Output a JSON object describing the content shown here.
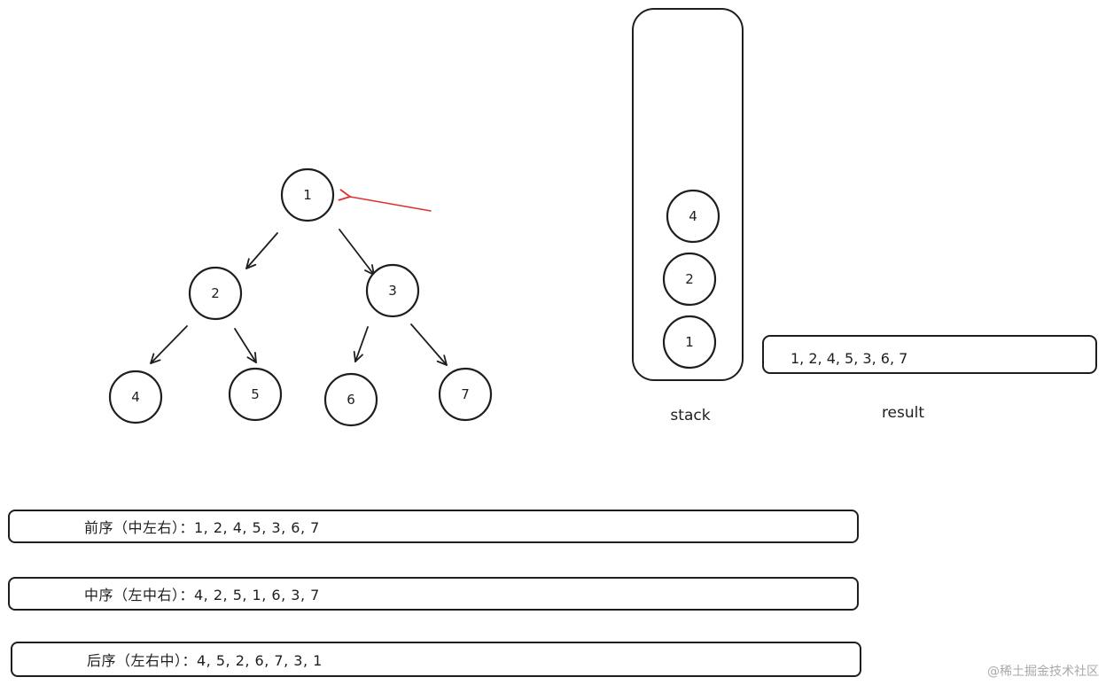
{
  "tree": {
    "nodes": [
      {
        "id": "n1",
        "label": "1"
      },
      {
        "id": "n2",
        "label": "2"
      },
      {
        "id": "n3",
        "label": "3"
      },
      {
        "id": "n4",
        "label": "4"
      },
      {
        "id": "n5",
        "label": "5"
      },
      {
        "id": "n6",
        "label": "6"
      },
      {
        "id": "n7",
        "label": "7"
      }
    ],
    "edges": [
      [
        "n1",
        "n2"
      ],
      [
        "n1",
        "n3"
      ],
      [
        "n2",
        "n4"
      ],
      [
        "n2",
        "n5"
      ],
      [
        "n3",
        "n6"
      ],
      [
        "n3",
        "n7"
      ]
    ],
    "pointer_target": "n1",
    "pointer_color": "#e03131"
  },
  "stack": {
    "label": "stack",
    "items_bottom_to_top": [
      "1",
      "2",
      "4"
    ]
  },
  "result": {
    "label": "result",
    "value": "1, 2, 4, 5, 3, 6, 7"
  },
  "traversals": [
    {
      "text": "前序（中左右）：1, 2, 4, 5, 3, 6, 7"
    },
    {
      "text": "中序（左中右）：4, 2, 5, 1, 6, 3, 7"
    },
    {
      "text": "后序（左右中）：4, 5, 2, 6, 7, 3, 1"
    }
  ],
  "watermark": "@稀土掘金技术社区"
}
